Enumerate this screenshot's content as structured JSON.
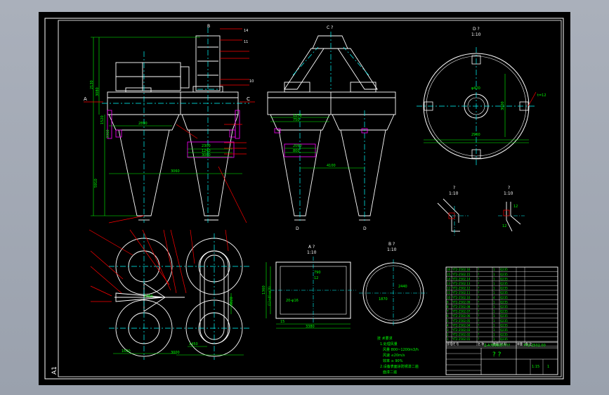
{
  "colors": {
    "background": "#000000",
    "frame": "#ffffff",
    "outline": "#ffffff",
    "centerline": "#00ffff",
    "dimension": "#00ff00",
    "section": "#ff0000",
    "leader": "#ff0000",
    "hatch": "#ff00ff"
  },
  "labels": {
    "sheet_size": "A1",
    "view_b_top": "B",
    "view_c_top": "C ?",
    "section_a": "A",
    "section_c": "C",
    "section_d1": "D",
    "section_d2": "D",
    "detail_d_title": "D ?",
    "detail_d_scale": "1:10",
    "detail_a_title": "A ?",
    "detail_a_scale": "1:10",
    "detail_b_title": "B ?",
    "detail_b_scale": "1:10",
    "small1_title": "?",
    "small1_scale": "1:10",
    "small2_title": "?",
    "small2_scale": "1:10"
  },
  "dimensions": {
    "d1": "2130",
    "d2": "3080",
    "d3": "5910",
    "d4": "1520",
    "d5": "3360",
    "d6": "2890",
    "d7": "3060",
    "d8": "4100",
    "d9": "2300",
    "d10": "1240",
    "d11": "3060",
    "d12": "1270",
    "d13": "750",
    "d14": "2060",
    "d15": "800",
    "d16": "1620",
    "d17": "1450",
    "d18": "3820",
    "d19": "3000",
    "d20": "1460",
    "d21": "3380",
    "d22": "2960",
    "d23": "3000",
    "d24": "t=12",
    "d25": "φ420",
    "d26": "t=12",
    "d27": "2440",
    "d28": "1870",
    "d29": "20-φ16",
    "d30": "12",
    "d31": "12",
    "d32": "1360",
    "d33": "(12+46×φ76)",
    "d34": "790",
    "d35": "12",
    "d36": "15",
    "d37": "1160",
    "d38": "2910",
    "d39": "1990",
    "d40": "1990",
    "d41": "14",
    "d42": "11",
    "d43": "10"
  },
  "notes": {
    "title": "技 术要求",
    "line1": "1.处理风量",
    "line2": "风量 800~1200m3/h",
    "line3": "风速 ≤20m/s",
    "line4": "效率 ≥ 90%",
    "line5": "2.设备表面涂防锈漆二遍",
    "line6": "面漆二遍"
  },
  "title_block": {
    "part_rows": [
      [
        "16",
        "YT2-2502.16",
        "?",
        "1",
        "Q235",
        "",
        ""
      ],
      [
        "15",
        "YT2-2502.15",
        "?",
        "1",
        "Q235",
        "",
        ""
      ],
      [
        "14",
        "YT2-2502.14",
        "?",
        "1",
        "Q235",
        "",
        ""
      ],
      [
        "13",
        "YT2-2502.13",
        "?",
        "1",
        "Q235",
        "",
        ""
      ],
      [
        "12",
        "YT2-2502.12",
        "?",
        "1",
        "Q235",
        "",
        ""
      ],
      [
        "11",
        "YT2-2502.11",
        "?",
        "1",
        "Q235",
        "",
        ""
      ],
      [
        "10",
        "YT2-2502.10",
        "?",
        "4",
        "Q235",
        "",
        ""
      ],
      [
        "9",
        "YT2-2502.09",
        "?",
        "1",
        "Q235",
        "",
        ""
      ],
      [
        "8",
        "YT2-2502.08",
        "?",
        "1",
        "Q235",
        "",
        ""
      ],
      [
        "7",
        "YT2-2502.07",
        "?",
        "1",
        "Q235",
        "",
        ""
      ],
      [
        "6",
        "YT2-2502.06",
        "?",
        "1",
        "Q235",
        "",
        ""
      ],
      [
        "5",
        "YT2-2502.05",
        "?",
        "1",
        "Q235",
        "",
        ""
      ],
      [
        "4",
        "YT2-2502.04",
        "?",
        "1",
        "Q235",
        "",
        ""
      ],
      [
        "3",
        "YT2-2502.03",
        "?",
        "1",
        "Q235",
        "",
        ""
      ],
      [
        "2",
        "YT2-2502.02",
        "?",
        "1",
        "Q235",
        "",
        ""
      ],
      [
        "1",
        "YT2-2502.01",
        "?",
        "1",
        "Q235",
        "",
        ""
      ]
    ],
    "header": [
      "序号",
      "代 号",
      "名 称",
      "数量",
      "材 料",
      "单重",
      "备 注"
    ],
    "drawing_code": "YT2-2502.00",
    "company": "Z-A7500/D????",
    "name_mark": "? ?",
    "scale": "1:15",
    "sheet": "1"
  }
}
